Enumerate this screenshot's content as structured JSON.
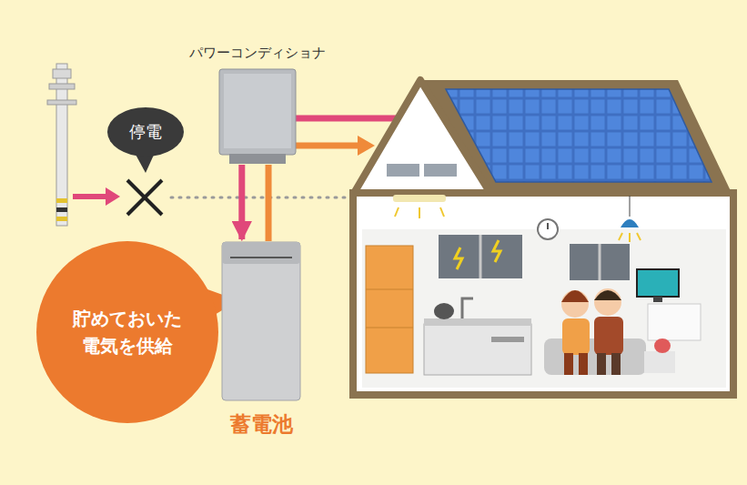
{
  "diagram": {
    "nodes": [
      {
        "text": [
          "パワーコンディショナ"
        ]
      },
      {
        "text": [
          "停電"
        ]
      },
      {
        "text": [
          "蓄電池"
        ]
      },
      {
        "text": [
          "貯めておいた電気を供給"
        ]
      }
    ],
    "edges": [
      {
        "from": 0,
        "to": 2,
        "arrow": "to"
      },
      {
        "from": 2,
        "to": 0,
        "arrow": "none"
      }
    ]
  }
}
